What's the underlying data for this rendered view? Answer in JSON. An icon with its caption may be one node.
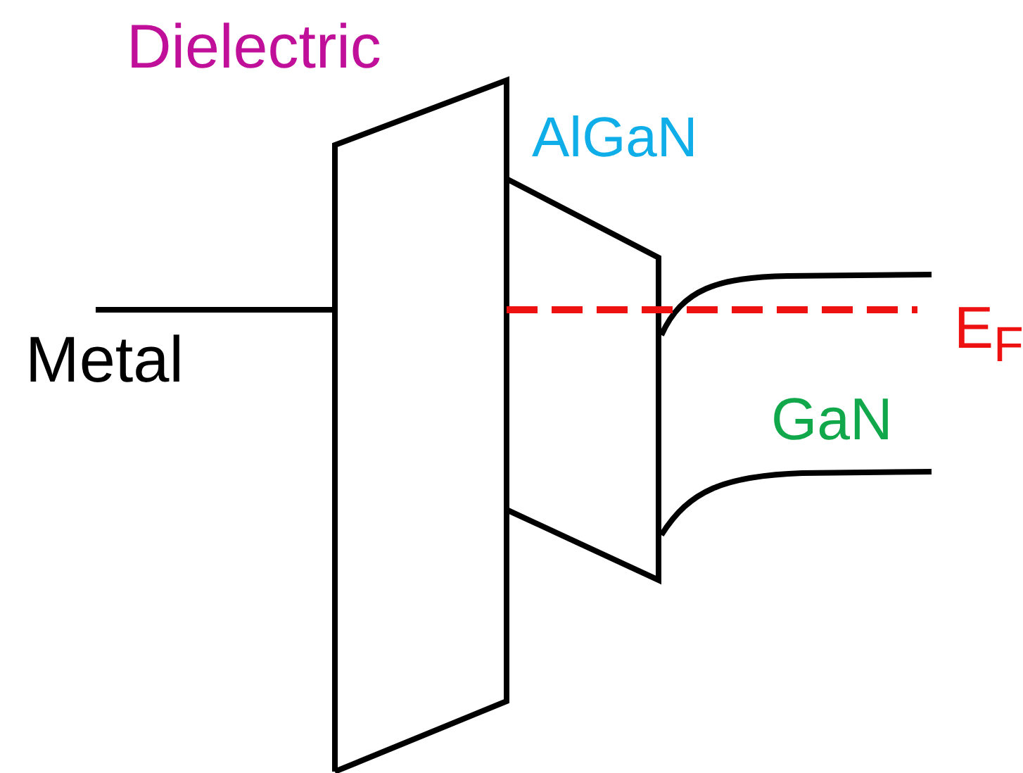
{
  "diagram": {
    "labels": [
      "Dielectric",
      "AlGaN",
      "Metal",
      "E$_{F}$",
      "GaN"
    ]
  }
}
